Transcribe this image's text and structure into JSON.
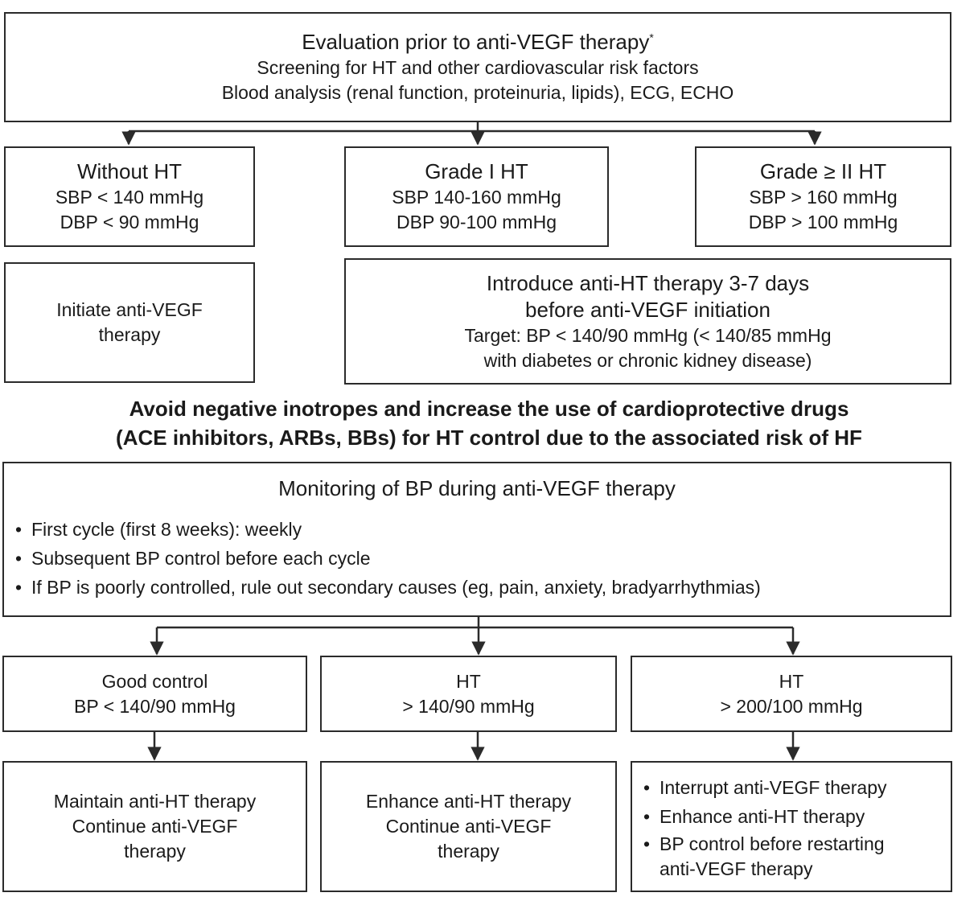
{
  "evaluation": {
    "title": "Evaluation prior to anti-VEGF therapy",
    "title_mark": "*",
    "line2": "Screening for HT and other cardiovascular risk factors",
    "line3": "Blood analysis (renal function, proteinuria, lipids), ECG, ECHO"
  },
  "grades": [
    {
      "title": "Without HT",
      "sbp": "SBP < 140 mmHg",
      "dbp": "DBP < 90 mmHg"
    },
    {
      "title": "Grade I HT",
      "sbp": "SBP 140-160 mmHg",
      "dbp": "DBP 90-100 mmHg"
    },
    {
      "title": "Grade ≥ II HT",
      "sbp": "SBP > 160 mmHg",
      "dbp": "DBP > 100 mmHg"
    }
  ],
  "initiate": {
    "line1": "Initiate anti-VEGF",
    "line2": "therapy"
  },
  "introduce": {
    "line1": "Introduce anti-HT therapy 3-7 days",
    "line2": "before anti-VEGF initiation",
    "line3": "Target: BP < 140/90 mmHg (< 140/85 mmHg",
    "line4": "with diabetes or chronic kidney disease)"
  },
  "recommendation": {
    "line1": "Avoid negative inotropes and increase the use of cardioprotective drugs",
    "line2": "(ACE inhibitors, ARBs, BBs) for HT control due to the associated risk of HF"
  },
  "monitoring": {
    "title": "Monitoring of BP during anti-VEGF therapy",
    "bullets": [
      "First cycle (first 8 weeks): weekly",
      "Subsequent BP control before each cycle",
      "If BP is poorly controlled, rule out secondary causes (eg, pain, anxiety, bradyarrhythmias)"
    ]
  },
  "outcomes": [
    {
      "line1": "Good control",
      "line2": "BP < 140/90 mmHg"
    },
    {
      "line1": "HT",
      "line2": "> 140/90 mmHg"
    },
    {
      "line1": "HT",
      "line2": "> 200/100 mmHg"
    }
  ],
  "actions": {
    "maintain": {
      "line1": "Maintain anti-HT therapy",
      "line2": "Continue anti-VEGF",
      "line3": "therapy"
    },
    "enhance": {
      "line1": "Enhance anti-HT therapy",
      "line2": "Continue anti-VEGF",
      "line3": "therapy"
    },
    "interrupt": {
      "bullet1": "Interrupt anti-VEGF therapy",
      "bullet2": "Enhance anti-HT therapy",
      "bullet3": "BP control before restarting",
      "bullet3_cont": "anti-VEGF therapy"
    }
  },
  "colors": {
    "line": "#2b2b2b",
    "text": "#1a1a1a"
  }
}
